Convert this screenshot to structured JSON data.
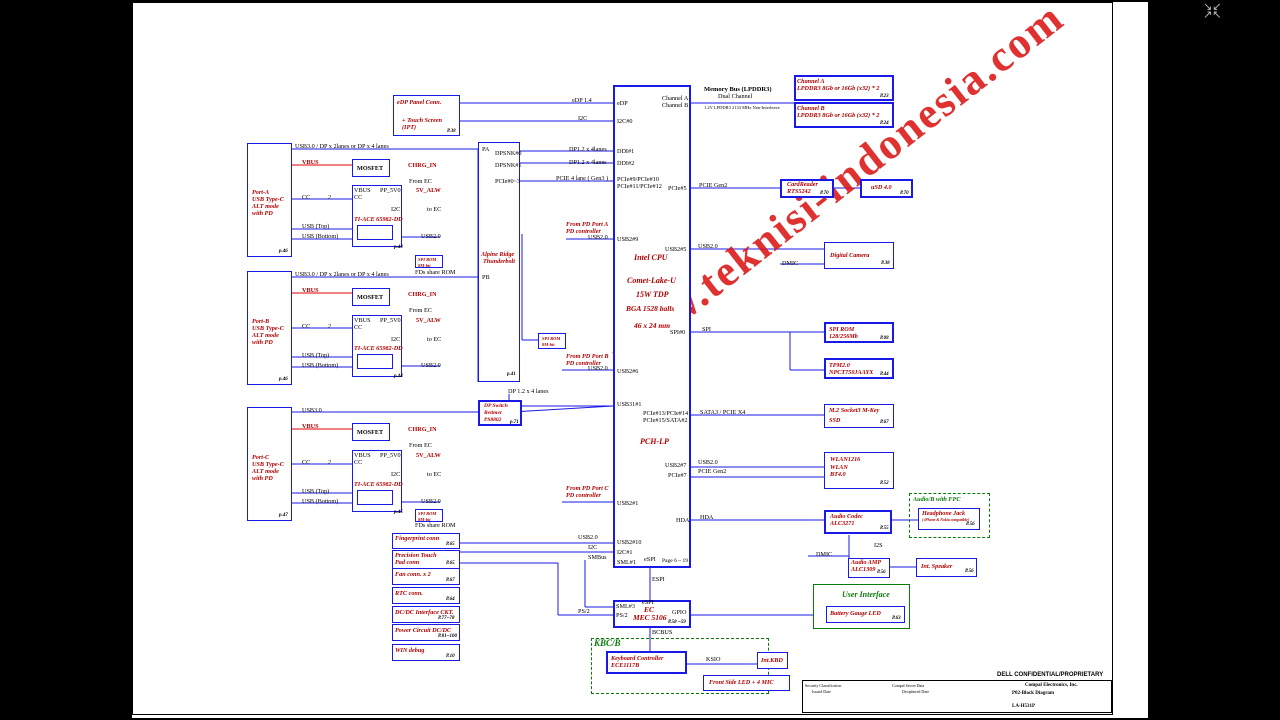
{
  "title_block": {
    "confidential": "DELL CONFIDENTIAL/PROPRIETARY",
    "company": "Compal Electronics, Inc.",
    "sheet_title": "P02-Block Diagram",
    "doc_no": "LA-H531P",
    "security": "Security Classification",
    "secret": "Compal Secret Data",
    "issued": "Issued Date",
    "deciphered": "Deciphered Date"
  },
  "cpu": {
    "name1": "Intel CPU",
    "name2": "Comet-Lake-U",
    "tdp": "15W TDP",
    "bga": "BGA  1528 balls",
    "size": "46 x 24 mm",
    "pch": "PCH-LP",
    "page": "Page 6 ~ 19",
    "ports": {
      "edp": "eDP",
      "i2c0": "I2C#0",
      "ddi1": "DDI#1",
      "ddi2": "DDI#2",
      "pcie_a": "PCIe#9/PCIe#10",
      "pcie_b": "PCIe#11/PCIe#12",
      "pcie5": "PCIe#5",
      "usb9": "USB2#9",
      "usb5": "USB2#5",
      "spi": "SPI#0",
      "usb6": "USB2#6",
      "usb31": "USB31#1",
      "pcie13": "PCIe#13/PCIe#14",
      "pcie15": "PCIe#15/SATA#2",
      "usb7": "USB2#7",
      "pcie7": "PCIe#7",
      "hda": "HDA",
      "usb1": "USB2#1",
      "usb10": "USB2#10",
      "i2c1": "I2C#1",
      "sml1": "SML#1",
      "espi": "eSPI",
      "cha": "Channel A",
      "chb": "Channel B"
    }
  },
  "memory": {
    "bus": "Memory Bus (LPDDR3)",
    "dual": "Dual Channel",
    "spec": "1.2V LPDDR3 2133 MHz Non-Interleave",
    "cha_title": "Channel A",
    "cha_body": "LPDDR3 8Gb or 16Gb (x32) * 2",
    "cha_page": "P.23",
    "chb_title": "Channel B",
    "chb_body": "LPDDR3 8Gb or 16Gb (x32) * 2",
    "chb_page": "P.24"
  },
  "left": {
    "edp_conn": "eDP Panel Conn.",
    "touch": "+ Touch Screen",
    "ipt": "(IPT)",
    "edp_page": "P.38",
    "edp_sig": "eDP 1.4",
    "i2c_sig": "I2C",
    "dp_sig1": "DP1.2 x 4lanes",
    "dp_sig2": "DP1.2 x 4lanes",
    "pcie4": "PCIE 4 lane ( Gen3 )",
    "alpine1": "Alpine Ridge",
    "alpine2": "Thunderbolt",
    "alpine_page": "p.41",
    "dpsnk0": "DPSNK#0",
    "dpsnk1": "DPSNK#1",
    "pcie0": "PCIe#0~3",
    "pa": "PA",
    "pb": "PB",
    "spirom": "SPI ROM",
    "spirom_size": "8M-bit",
    "fds_share": "FDs share ROM",
    "dp12": "DP 1.2 x 4 lanes",
    "dpswitch1": "DP Switch",
    "dpswitch2": "Retimer",
    "dpswitch3": "PS8802",
    "dpswitch_page": "p.71"
  },
  "ports": [
    {
      "name1": "Port-A",
      "name2": "USB Type-C",
      "name3": "ALT mode",
      "name4": "with PD",
      "page": "p.46",
      "bus": "USB3.0 / DP x 2lanes or DP x 4 lanes",
      "ti": "TI-ACE 65982-DD",
      "ti_page": "p.43",
      "pd1": "From PD Port A",
      "pd2": "PD controller",
      "usb": "USB2.0"
    },
    {
      "name1": "Port-B",
      "name2": "USB Type-C",
      "name3": "ALT mode",
      "name4": "with PD",
      "page": "p.46",
      "bus": "USB3.0 / DP x 2lanes or DP x 4 lanes",
      "ti": "TI-ACE 65982-DD",
      "ti_page": "p.44",
      "pd1": "From PD Port B",
      "pd2": "PD controller",
      "usb": "USB2.0"
    },
    {
      "name1": "Port-C",
      "name2": "USB Type-C",
      "name3": "ALT mode",
      "name4": "with PD",
      "page": "p.47",
      "bus": "USB3.0",
      "ti": "TI-ACE 65982-DD",
      "ti_page": "p.45",
      "pd1": "From PD Port C",
      "pd2": "PD controller",
      "usb": "USB2.0"
    }
  ],
  "port_common": {
    "vbus": "VBUS",
    "mosfet": "MOSFET",
    "chrg": "CHRG_IN",
    "from_ec": "From EC",
    "pp5v": "PP_5V0",
    "5valw": "5V_ALW",
    "cc": "CC",
    "i2c": "I2C",
    "to_ec": "to EC",
    "usb_top": "USB (Top)",
    "usb_bottom": "USB (Bottom)",
    "two": "2"
  },
  "right": {
    "pcie_gen2": "PCIE Gen2",
    "cardreader": "CardReader",
    "rts": "RTS5242",
    "cr_page": "P.70",
    "usd": "uSD 4.0",
    "usd_page": "P.70",
    "usb20": "USB2.0",
    "dmic": "DMIC",
    "camera": "Digital Camera",
    "camera_page": "P.38",
    "spi": "SPI",
    "spirom": "SPI ROM",
    "spirom_size": "128/256Mb",
    "spirom_page": "P.08",
    "tpm": "TPM2.0",
    "tpm_part": "NPCT750JAAYX",
    "tpm_page": "P.44",
    "sata": "SATA3  / PCIE X4",
    "m2": "M.2 Socket3 M-Key",
    "ssd": "SSD",
    "ssd_page": "P.67",
    "wlan_usb": "USB2.0",
    "wlan_pcie": "PCIE Gen2",
    "wlan1": "WLAN1216",
    "wlan2": "WLAN",
    "wlan3": "BT4.0",
    "wlan_page": "P.52",
    "hda": "HDA",
    "codec1": "Audio Codec",
    "codec2": "ALC3271",
    "codec_page": "P.55",
    "audiob": "Audio/B with FPC",
    "hp": "Headphone Jack",
    "hp_sub": "( iPhone & Nokia compatible)",
    "hp_page": "P.56",
    "i2s": "I2S",
    "amp1": "Audio AMP",
    "amp2": "ALC1309",
    "amp_page": "P.56",
    "speaker": "Int. Speaker",
    "speaker_page": "P.56",
    "ui": "User Interface",
    "battery": "Battery Gauge LED",
    "battery_page": "P.63"
  },
  "bottom": {
    "fingerprint": "Fingerprint conn",
    "fp_page": "P.65",
    "touchpad1": "Precision Touch",
    "touchpad2": "Pad conn",
    "tp_page": "P.65",
    "fan": "Fan conn. x 2",
    "fan_page": "P.67",
    "rtc": "RTC conn.",
    "rtc_page": "P.64",
    "dcdc_if": "DC/DC Interface CKT.",
    "dcdc_if_page": "P.77~78",
    "power": "Power Circuit DC/DC",
    "power_page": "P.81~100",
    "win": "WIN debug",
    "win_page": "P.10",
    "usb20": "USB2.0",
    "i2c": "I2C",
    "smbus": "SMBus",
    "ps2": "PS/2",
    "espi1": "ESPI",
    "espi2": "eSPI",
    "ec1": "EC",
    "ec2": "MEC 5106",
    "ec_page": "P.58 ~59",
    "sml3": "SML#3",
    "ps2p": "PS/2",
    "gpio": "GPIO",
    "bcbus": "BCBUS",
    "kbcb": "KBC/B",
    "kbc1": "Keyboard Controller",
    "kbc2": "ECE1117B",
    "ksio": "KSIO",
    "intkbd": "Int.KBD",
    "led": "Front Side LED + 4 MIC"
  },
  "watermark": "www.teknisi-indonesia.com"
}
